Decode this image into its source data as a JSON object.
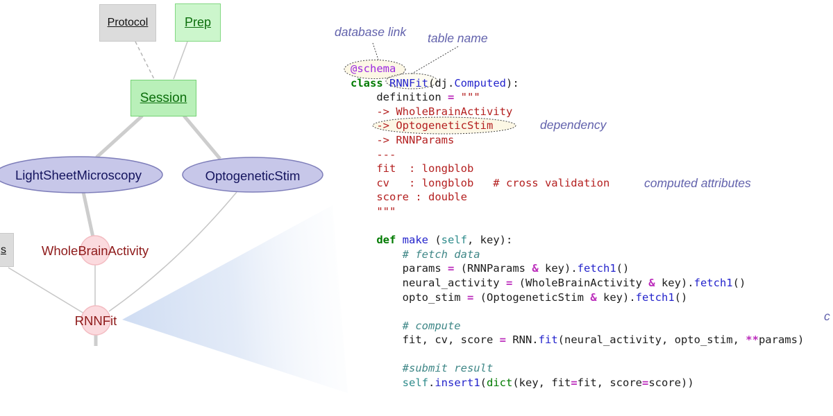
{
  "diagram": {
    "nodes": {
      "protocol": {
        "label": "Protocol",
        "type": "lookup"
      },
      "prep": {
        "label": "Prep",
        "type": "manual"
      },
      "session": {
        "label": "Session",
        "type": "manual"
      },
      "lightsheet": {
        "label": "LightSheetMicroscopy",
        "type": "imported"
      },
      "optostim": {
        "label": "OptogeneticStim",
        "type": "imported"
      },
      "wholebrain": {
        "label": "WholeBrainActivity",
        "type": "computed"
      },
      "rnnfit": {
        "label": "RNNFit",
        "type": "computed"
      },
      "params_partial": {
        "label": "s",
        "type": "lookup"
      }
    },
    "colors": {
      "manual_green_text": "#0b6e0b",
      "manual_green_fill": "#b9f0b9",
      "lookup_gray_fill": "#dcdcdc",
      "imported_navy_text": "#14145e",
      "imported_ellipse_fill": "#c7c7e9",
      "imported_ellipse_stroke": "#7d7db9",
      "computed_red_text": "#8e1a1a",
      "computed_pink_fill": "#fbdade",
      "edge_gray": "#c9c9c9",
      "wedge_blue": "#d3e0f3"
    }
  },
  "annotations": {
    "database_link": "database link",
    "table_name": "table name",
    "dependency": "dependency",
    "computed_attributes": "computed attributes",
    "truncated_right": "c",
    "color": "#6262ac"
  },
  "code": {
    "lines": [
      [
        [
          "dec",
          "@schema"
        ]
      ],
      [
        [
          "kw",
          "class "
        ],
        [
          "fn",
          "RNNFit"
        ],
        [
          "pl",
          "(dj."
        ],
        [
          "fn",
          "Computed"
        ],
        [
          "pl",
          "):"
        ]
      ],
      [
        [
          "pl",
          "    definition "
        ],
        [
          "op",
          "="
        ],
        [
          "rd",
          " \"\"\""
        ]
      ],
      [
        [
          "rd",
          "    -> WholeBrainActivity"
        ]
      ],
      [
        [
          "rd",
          "    -> OptogeneticStim"
        ]
      ],
      [
        [
          "rd",
          "    -> RNNParams"
        ]
      ],
      [
        [
          "rd",
          "    ---"
        ]
      ],
      [
        [
          "rd",
          "    fit  : longblob"
        ]
      ],
      [
        [
          "rd",
          "    cv   : longblob   # cross validation"
        ]
      ],
      [
        [
          "rd",
          "    score : double"
        ]
      ],
      [
        [
          "rd",
          "    \"\"\""
        ]
      ],
      [],
      [
        [
          "pl",
          "    "
        ],
        [
          "kw",
          "def "
        ],
        [
          "fn",
          "make "
        ],
        [
          "pl",
          "("
        ],
        [
          "sf",
          "self"
        ],
        [
          "pl",
          ", key):"
        ]
      ],
      [
        [
          "cm",
          "        # fetch data"
        ]
      ],
      [
        [
          "pl",
          "        params "
        ],
        [
          "op",
          "="
        ],
        [
          "pl",
          " (RNNParams "
        ],
        [
          "op",
          "&"
        ],
        [
          "pl",
          " key)."
        ],
        [
          "fn",
          "fetch1"
        ],
        [
          "pl",
          "()"
        ]
      ],
      [
        [
          "pl",
          "        neural_activity "
        ],
        [
          "op",
          "="
        ],
        [
          "pl",
          " (WholeBrainActivity "
        ],
        [
          "op",
          "&"
        ],
        [
          "pl",
          " key)."
        ],
        [
          "fn",
          "fetch1"
        ],
        [
          "pl",
          "()"
        ]
      ],
      [
        [
          "pl",
          "        opto_stim "
        ],
        [
          "op",
          "="
        ],
        [
          "pl",
          " (OptogeneticStim "
        ],
        [
          "op",
          "&"
        ],
        [
          "pl",
          " key)."
        ],
        [
          "fn",
          "fetch1"
        ],
        [
          "pl",
          "()"
        ]
      ],
      [],
      [
        [
          "cm",
          "        # compute"
        ]
      ],
      [
        [
          "pl",
          "        fit, cv, score "
        ],
        [
          "op",
          "="
        ],
        [
          "pl",
          " RNN."
        ],
        [
          "fn",
          "fit"
        ],
        [
          "pl",
          "(neural_activity, opto_stim, "
        ],
        [
          "op",
          "**"
        ],
        [
          "pl",
          "params)"
        ]
      ],
      [],
      [
        [
          "cm",
          "        #submit result"
        ]
      ],
      [
        [
          "pl",
          "        "
        ],
        [
          "sf",
          "self"
        ],
        [
          "pl",
          "."
        ],
        [
          "fn",
          "insert1"
        ],
        [
          "pl",
          "("
        ],
        [
          "bi",
          "dict"
        ],
        [
          "pl",
          "(key, fit"
        ],
        [
          "op",
          "="
        ],
        [
          "pl",
          "fit, score"
        ],
        [
          "op",
          "="
        ],
        [
          "pl",
          "score))"
        ]
      ]
    ]
  }
}
